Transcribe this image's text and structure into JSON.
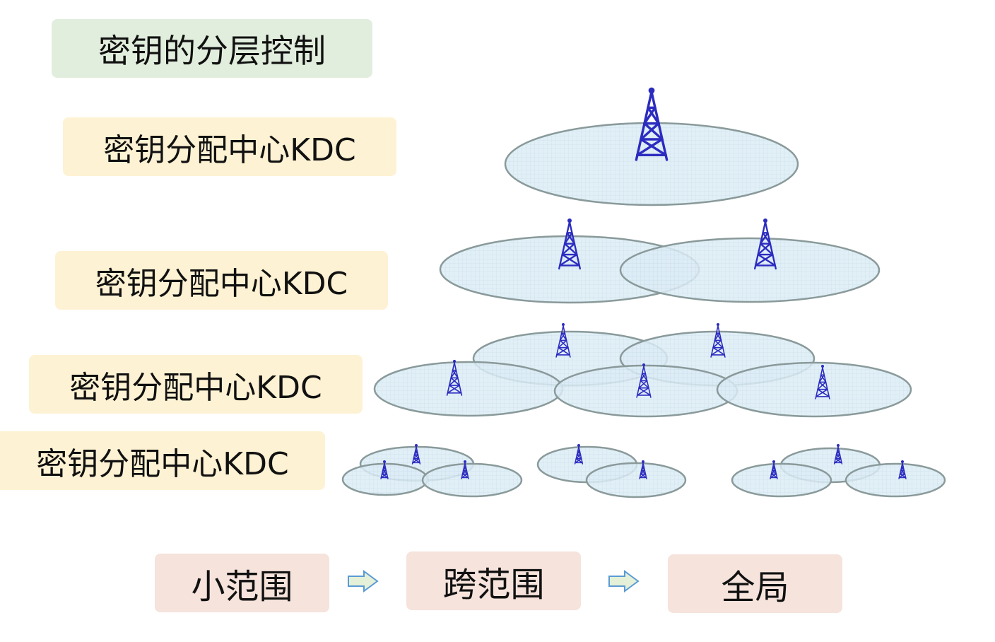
{
  "title": "密钥的分层控制",
  "levels": [
    {
      "label": "密钥分配中心KDC"
    },
    {
      "label": "密钥分配中心KDC"
    },
    {
      "label": "密钥分配中心KDC"
    },
    {
      "label": "密钥分配中心KDC"
    }
  ],
  "scope_steps": [
    "小范围",
    "跨范围",
    "全局"
  ],
  "icons": {
    "tower": "radio-tower-icon",
    "arrow": "arrow-right-icon"
  },
  "colors": {
    "title_bg": "#e2eedd",
    "kdc_bg": "#fdf2d3",
    "scope_bg": "#f5e3dc",
    "coverage_fill": "#dcecf6",
    "coverage_stroke": "#8a9a9a",
    "tower": "#2c2cc0",
    "arrow_fill": "#e4f0d8",
    "arrow_stroke": "#5b9bd5"
  }
}
